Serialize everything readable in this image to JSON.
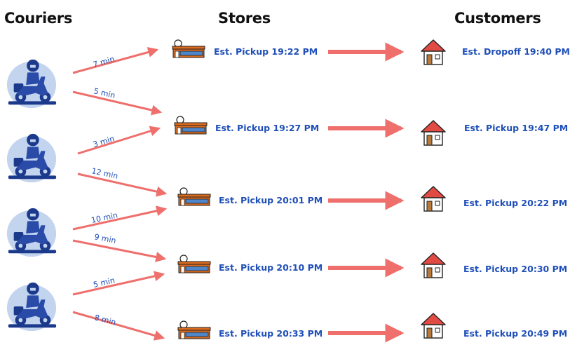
{
  "headers": {
    "couriers": "Couriers",
    "stores": "Stores",
    "customers": "Customers"
  },
  "colors": {
    "arrow": "#ee6f6c",
    "label": "#1f4fb8",
    "header": "#111111",
    "courier_bg": "#c3d4ef",
    "courier_dark": "#1c3a8c",
    "store_orange": "#dd6b1e",
    "store_blue": "#4f86c9",
    "house_roof": "#e24b43"
  },
  "icons": {
    "courier": "courier-scooter-icon",
    "store": "store-icon",
    "house": "house-icon"
  },
  "couriers": [
    {
      "id": "courier-1",
      "routes": [
        {
          "to": "store-1",
          "minutes": "7 min"
        },
        {
          "to": "store-2",
          "minutes": "5 min"
        }
      ]
    },
    {
      "id": "courier-2",
      "routes": [
        {
          "to": "store-2",
          "minutes": "3 min"
        },
        {
          "to": "store-3",
          "minutes": "12 min"
        }
      ]
    },
    {
      "id": "courier-3",
      "routes": [
        {
          "to": "store-3",
          "minutes": "10 min"
        },
        {
          "to": "store-4",
          "minutes": "9 min"
        }
      ]
    },
    {
      "id": "courier-4",
      "routes": [
        {
          "to": "store-4",
          "minutes": "5 min"
        },
        {
          "to": "store-5",
          "minutes": "8 min"
        }
      ]
    }
  ],
  "stores": [
    {
      "label": "Est. Pickup 19:22 PM"
    },
    {
      "label": "Est. Pickup 19:27 PM"
    },
    {
      "label": "Est. Pickup 20:01 PM"
    },
    {
      "label": "Est. Pickup 20:10 PM"
    },
    {
      "label": "Est. Pickup 20:33 PM"
    }
  ],
  "customers": [
    {
      "label": "Est. Dropoff 19:40 PM"
    },
    {
      "label": "Est. Pickup 19:47 PM"
    },
    {
      "label": "Est. Pickup 20:22 PM"
    },
    {
      "label": "Est. Pickup 20:30 PM"
    },
    {
      "label": "Est. Pickup 20:49 PM"
    }
  ]
}
